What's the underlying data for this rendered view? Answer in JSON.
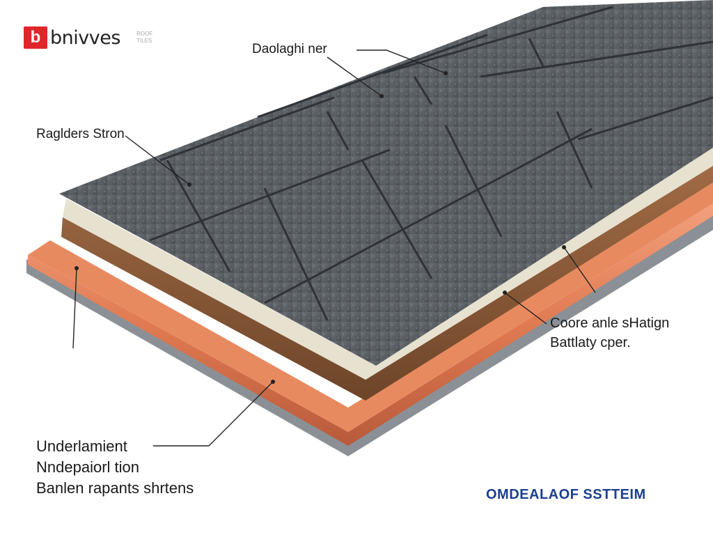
{
  "brand": {
    "logo_mark": "b",
    "name": "bnivves",
    "subtext": "ROOF TILES"
  },
  "labels": {
    "top_label": "Daolaghi ner",
    "left_label": "Raglders Stron",
    "right_label_line1": "Coore anle sHatign",
    "right_label_line2": "Battlaty cper.",
    "bottom_label_line1": "Underlamient",
    "bottom_label_line2": "Nndepaiorl tion",
    "bottom_label_line3": "Banlen rapants shrtens"
  },
  "footer": {
    "title": "OMDEALAOF SSTTEIM"
  },
  "colors": {
    "slate": "#5f6368",
    "slate_dark": "#3c3f44",
    "copper": "#e07a52",
    "copper_dark": "#b85a3a",
    "wood": "#8a5a3a",
    "insulation": "#e7e1cf",
    "brand_red": "#e0262a",
    "title_blue": "#1a3f8f"
  }
}
